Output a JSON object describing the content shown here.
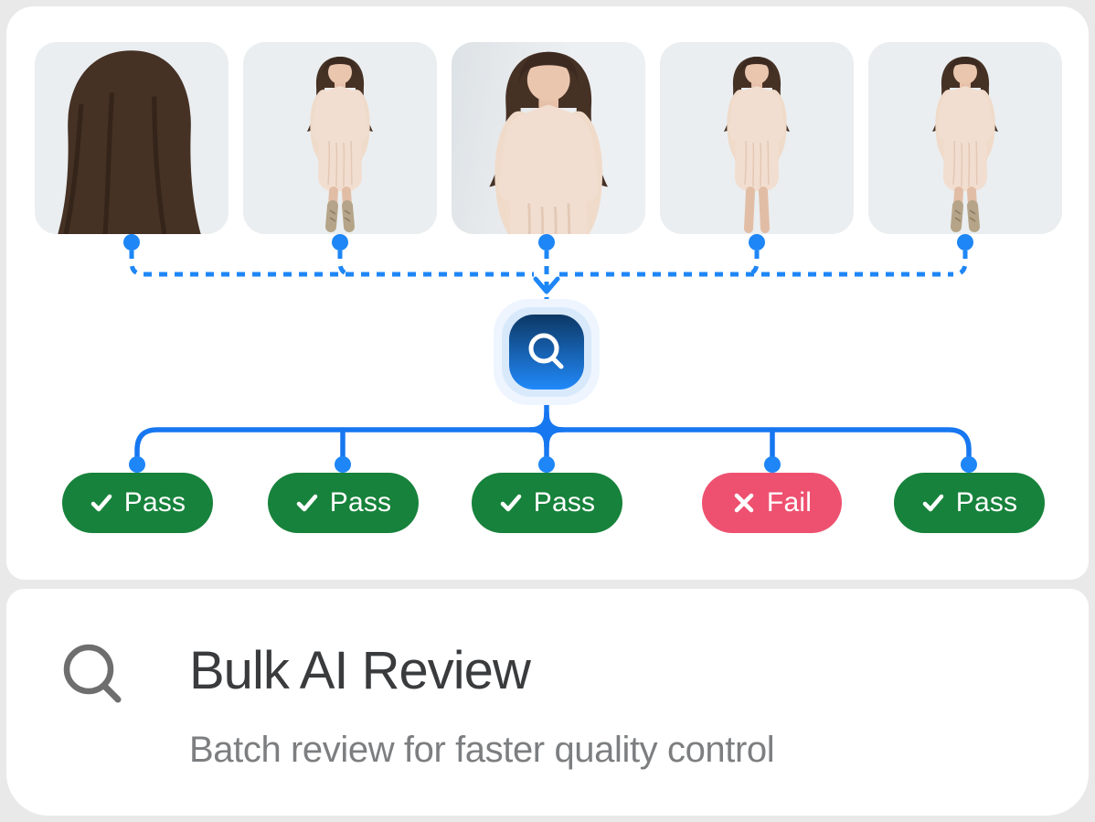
{
  "colors": {
    "connector_blue": "#1e86f6",
    "connector_blue_solid": "#1677f0",
    "pass_green": "#17823b",
    "fail_red": "#ee5170",
    "ai_node_gradient_top": "#0c3764",
    "ai_node_gradient_bottom": "#2189fa",
    "card_background": "#ffffff",
    "page_background": "#e9e9e9",
    "title_color": "#3a3b3d",
    "subtitle_color": "#7c7e80"
  },
  "pipeline": {
    "images": [
      {
        "description": "Model in cream knit dress, close-up back view looking over shoulder"
      },
      {
        "description": "Model in cream knit dress, full body with snakeskin boots, hand at chin"
      },
      {
        "description": "Model in cream knit dress, three-quarter close-up with hand raised"
      },
      {
        "description": "Model in cream knit dress, full body front view, arms down"
      },
      {
        "description": "Model in cream knit dress, full body front view with snakeskin boots"
      }
    ],
    "ai_node": {
      "icon": "search-icon"
    },
    "results": [
      {
        "label": "Pass",
        "status": "pass",
        "icon": "check-icon"
      },
      {
        "label": "Pass",
        "status": "pass",
        "icon": "check-icon"
      },
      {
        "label": "Pass",
        "status": "pass",
        "icon": "check-icon"
      },
      {
        "label": "Fail",
        "status": "fail",
        "icon": "x-icon"
      },
      {
        "label": "Pass",
        "status": "pass",
        "icon": "check-icon"
      }
    ]
  },
  "footer": {
    "icon": "search-icon",
    "title": "Bulk AI Review",
    "subtitle": "Batch review for faster quality control"
  }
}
